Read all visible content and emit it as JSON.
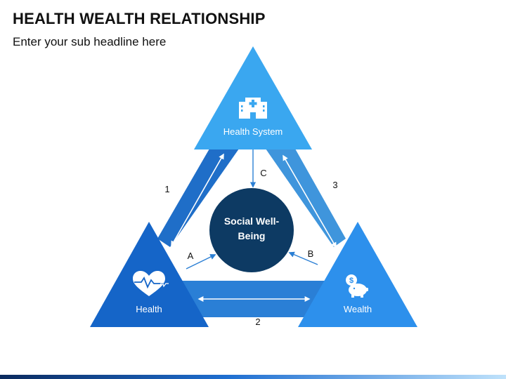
{
  "header": {
    "title": "HEALTH WEALTH RELATIONSHIP",
    "subtitle": "Enter your sub headline here"
  },
  "nodes": {
    "top": {
      "label": "Health System",
      "icon": "hospital-icon",
      "color": "#3aa7f0"
    },
    "left": {
      "label": "Health",
      "icon": "heart-pulse-icon",
      "color": "#1565c8"
    },
    "right": {
      "label": "Wealth",
      "icon": "piggy-bank-icon",
      "color": "#2d90ec"
    },
    "center": {
      "label_line1": "Social Well-",
      "label_line2": "Being",
      "color": "#0d3a63"
    }
  },
  "links": {
    "one": "1",
    "two": "2",
    "three": "3",
    "a": "A",
    "b": "B",
    "c": "C"
  },
  "colors": {
    "band_left": "#1f6ec8",
    "band_bottom": "#2a7fd6",
    "band_right": "#3f95dc",
    "arrow": "#2b7fd4"
  }
}
